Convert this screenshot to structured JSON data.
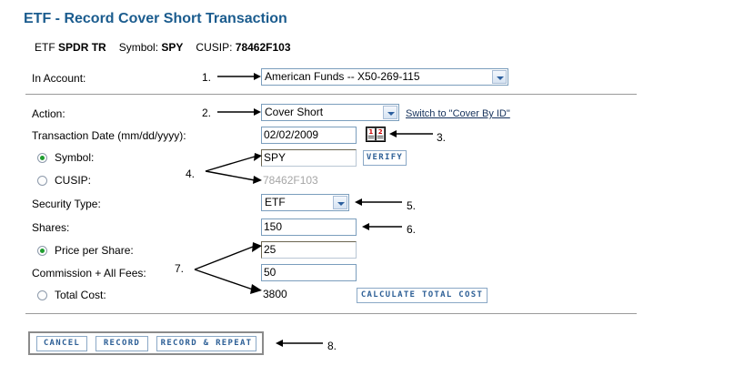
{
  "header": {
    "title": "ETF - Record Cover Short Transaction",
    "type_label": "ETF",
    "company": "SPDR TR",
    "symbol_label": "Symbol:",
    "symbol_value": "SPY",
    "cusip_label": "CUSIP:",
    "cusip_value": "78462F103"
  },
  "form": {
    "account_label": "In Account:",
    "account_value": "American Funds -- X50-269-115",
    "action_label": "Action:",
    "action_value": "Cover Short",
    "switch_link": "Switch to \"Cover By ID\"",
    "date_label": "Transaction Date (mm/dd/yyyy):",
    "date_value": "02/02/2009",
    "symbol_label": "Symbol:",
    "symbol_value": "SPY",
    "cusip_label": "CUSIP:",
    "cusip_placeholder": "78462F103",
    "security_type_label": "Security Type:",
    "security_type_value": "ETF",
    "shares_label": "Shares:",
    "shares_value": "150",
    "price_label": "Price per Share:",
    "price_value": "25",
    "commission_label": "Commission + All Fees:",
    "commission_value": "50",
    "total_cost_label": "Total Cost:",
    "total_cost_value": "3800"
  },
  "buttons": {
    "verify": "VERIFY",
    "calculate": "CALCULATE TOTAL COST",
    "cancel": "CANCEL",
    "record": "RECORD",
    "record_repeat": "RECORD & REPEAT"
  },
  "annotations": {
    "a1": "1.",
    "a2": "2.",
    "a3": "3.",
    "a4": "4.",
    "a5": "5.",
    "a6": "6.",
    "a7": "7.",
    "a8": "8."
  },
  "colors": {
    "title": "#1b5c8e",
    "button_text": "#2d5f96",
    "radio_on": "#1f9d2f",
    "link": "#16325c"
  }
}
